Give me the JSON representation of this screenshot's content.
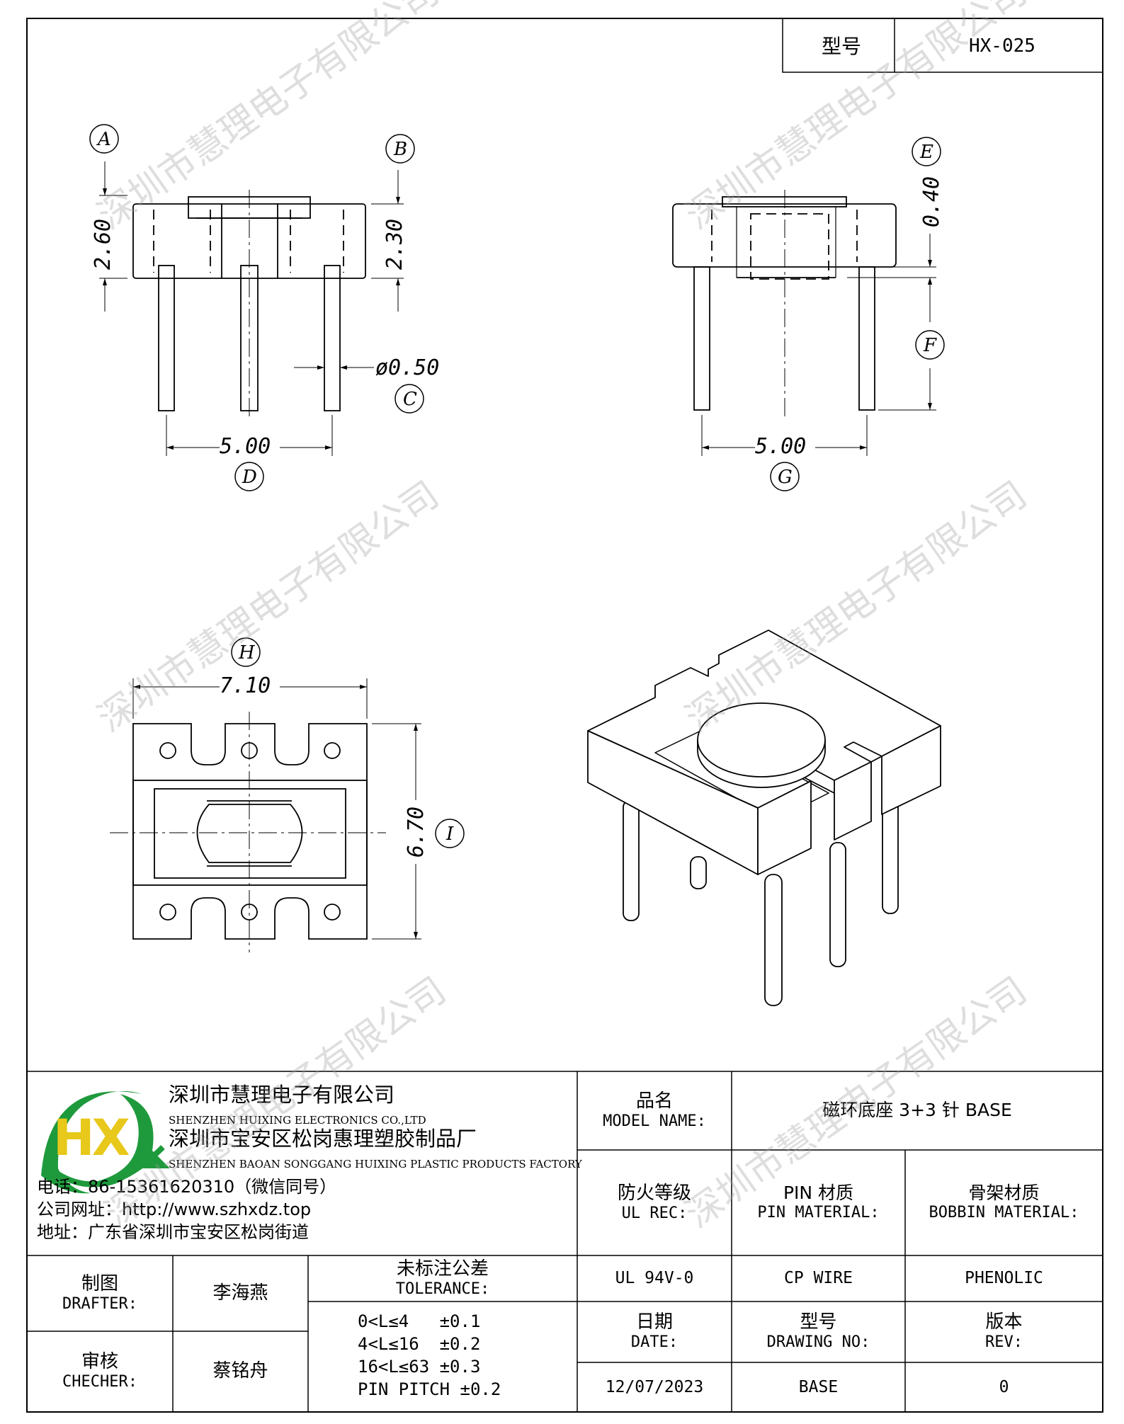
{
  "model_header": {
    "label": "型号",
    "value": "HX-025"
  },
  "watermark": "深圳市慧理电子有限公司",
  "views": {
    "front": {
      "callouts": [
        "A",
        "B",
        "C",
        "D"
      ],
      "dims": {
        "height_total": "2.60",
        "height_body": "2.30",
        "pin_dia": "ø0.50",
        "pin_pitch": "5.00"
      }
    },
    "side": {
      "callouts": [
        "E",
        "F",
        "G"
      ],
      "dims": {
        "top_gap": "0.40",
        "pin_pitch": "5.00"
      }
    },
    "top": {
      "callouts": [
        "H",
        "I"
      ],
      "dims": {
        "width": "7.10",
        "depth": "6.70"
      }
    }
  },
  "company": {
    "name_cn": "深圳市慧理电子有限公司",
    "name_en": "SHENZHEN HUIXING ELECTRONICS CO.,LTD",
    "factory_cn": "深圳市宝安区松岗惠理塑胶制品厂",
    "factory_en": "SHENZHEN BAOAN SONGGANG HUIXING PLASTIC PRODUCTS FACTORY",
    "phone": "电话：86-15361620310（微信同号）",
    "website": "公司网址：http://www.szhxdz.top",
    "address": "地址：广东省深圳市宝安区松岗街道",
    "logo_text": "HX",
    "colors": {
      "logo_yellow": "#e8c81a",
      "logo_green": "#1e9a3c"
    }
  },
  "title_block": {
    "model_name_cn": "品名",
    "model_name_en": "MODEL NAME:",
    "model_name_value": "磁环底座 3+3 针 BASE",
    "ul_cn": "防火等级",
    "ul_en": "UL REC:",
    "pin_mat_cn": "PIN 材质",
    "pin_mat_en": "PIN MATERIAL:",
    "bobbin_mat_cn": "骨架材质",
    "bobbin_mat_en": "BOBBIN MATERIAL:",
    "ul_value": "UL 94V-0",
    "pin_mat_value": "CP WIRE",
    "bobbin_mat_value": "PHENOLIC",
    "date_cn": "日期",
    "date_en": "DATE:",
    "drawing_no_cn": "型号",
    "drawing_no_en": "DRAWING NO:",
    "rev_cn": "版本",
    "rev_en": "REV:",
    "date_value": "12/07/2023",
    "drawing_no_value": "BASE",
    "rev_value": "0",
    "drafter_cn": "制图",
    "drafter_en": "DRAFTER:",
    "drafter_value": "李海燕",
    "checker_cn": "审核",
    "checker_en": "CHECHER:",
    "checker_value": "蔡铭舟",
    "tolerance_cn": "未标注公差",
    "tolerance_en": "TOLERANCE:",
    "tolerance_lines": [
      "0<L≤4   ±0.1",
      "4<L≤16  ±0.2",
      "16<L≤63 ±0.3",
      "PIN PITCH ±0.2"
    ]
  }
}
